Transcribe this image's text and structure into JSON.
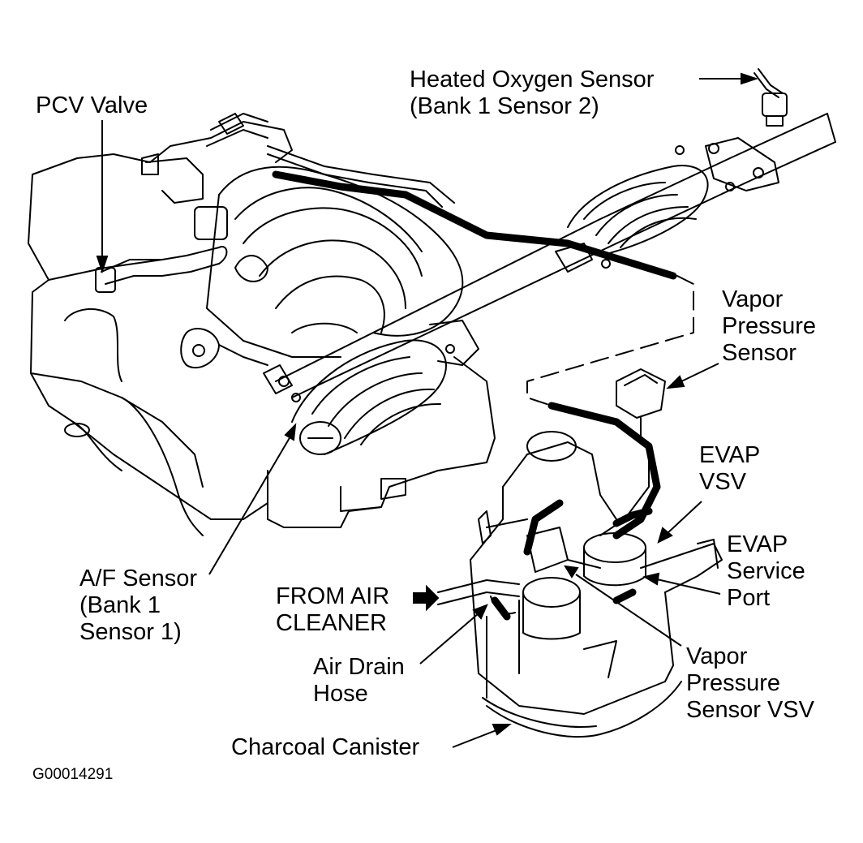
{
  "labels": {
    "pcv_valve": "PCV Valve",
    "heated_o2_line1": "Heated Oxygen Sensor",
    "heated_o2_line2": "(Bank 1 Sensor 2)",
    "vapor_pressure_sensor_line1": "Vapor",
    "vapor_pressure_sensor_line2": "Pressure",
    "vapor_pressure_sensor_line3": "Sensor",
    "evap_vsv_line1": "EVAP",
    "evap_vsv_line2": "VSV",
    "evap_service_port_line1": "EVAP",
    "evap_service_port_line2": "Service",
    "evap_service_port_line3": "Port",
    "af_sensor_line1": "A/F Sensor",
    "af_sensor_line2": "(Bank 1",
    "af_sensor_line3": "Sensor 1)",
    "from_air_cleaner_line1": "FROM AIR",
    "from_air_cleaner_line2": "CLEANER",
    "air_drain_hose_line1": "Air Drain",
    "air_drain_hose_line2": "Hose",
    "vapor_pressure_sensor_vsv_line1": "Vapor",
    "vapor_pressure_sensor_vsv_line2": "Pressure",
    "vapor_pressure_sensor_vsv_line3": "Sensor VSV",
    "charcoal_canister": "Charcoal Canister"
  },
  "figure_code": "G00014291",
  "colors": {
    "ink": "#000000",
    "paper": "#ffffff"
  }
}
